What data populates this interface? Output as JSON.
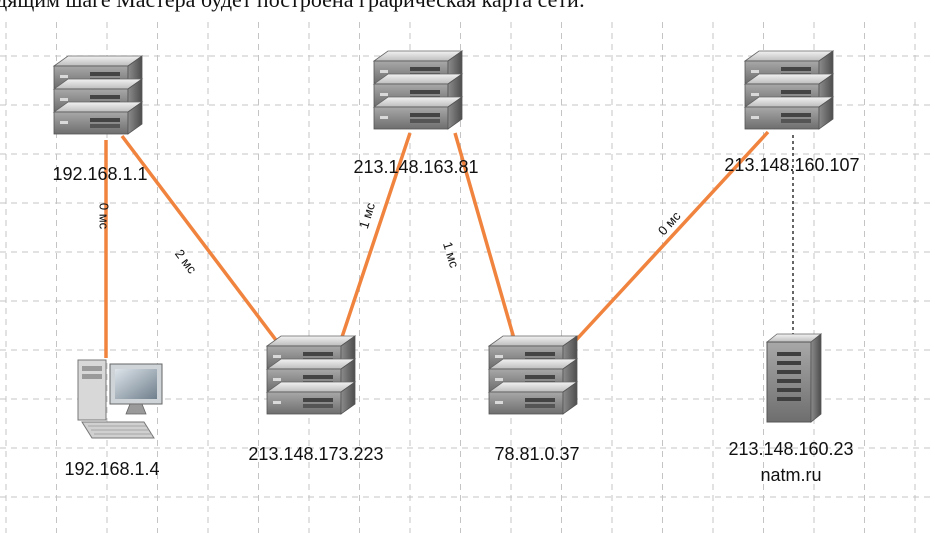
{
  "caption": "дящим шаге Мастера будет построена графическая карта сети:",
  "nodes": [
    {
      "id": "n1",
      "type": "router",
      "labels": [
        "192.168.1.1"
      ]
    },
    {
      "id": "n2",
      "type": "router",
      "labels": [
        "213.148.163.81"
      ]
    },
    {
      "id": "n3",
      "type": "router",
      "labels": [
        "213.148.160.107"
      ]
    },
    {
      "id": "n4",
      "type": "workstation",
      "labels": [
        "192.168.1.4"
      ]
    },
    {
      "id": "n5",
      "type": "router",
      "labels": [
        "213.148.173.223"
      ]
    },
    {
      "id": "n6",
      "type": "router",
      "labels": [
        "78.81.0.37"
      ]
    },
    {
      "id": "n7",
      "type": "server",
      "labels": [
        "213.148.160.23",
        "natm.ru"
      ]
    }
  ],
  "links": [
    {
      "from": "n1",
      "to": "n4",
      "latency": "0 мс",
      "style": "solid"
    },
    {
      "from": "n1",
      "to": "n5",
      "latency": "2 мс",
      "style": "solid"
    },
    {
      "from": "n5",
      "to": "n2",
      "latency": "1 мс",
      "style": "solid"
    },
    {
      "from": "n2",
      "to": "n6",
      "latency": "1 мс",
      "style": "solid"
    },
    {
      "from": "n6",
      "to": "n3",
      "latency": "0 мс",
      "style": "solid"
    },
    {
      "from": "n3",
      "to": "n7",
      "latency": "",
      "style": "dashed"
    }
  ],
  "colors": {
    "link": "#f0843f",
    "grid": "#c4c4c4",
    "device_body": "#6b6b6b",
    "device_front": "#9a9a9a"
  },
  "icons": {
    "router": "network-router-icon",
    "workstation": "desktop-computer-icon",
    "server": "tower-server-icon"
  }
}
